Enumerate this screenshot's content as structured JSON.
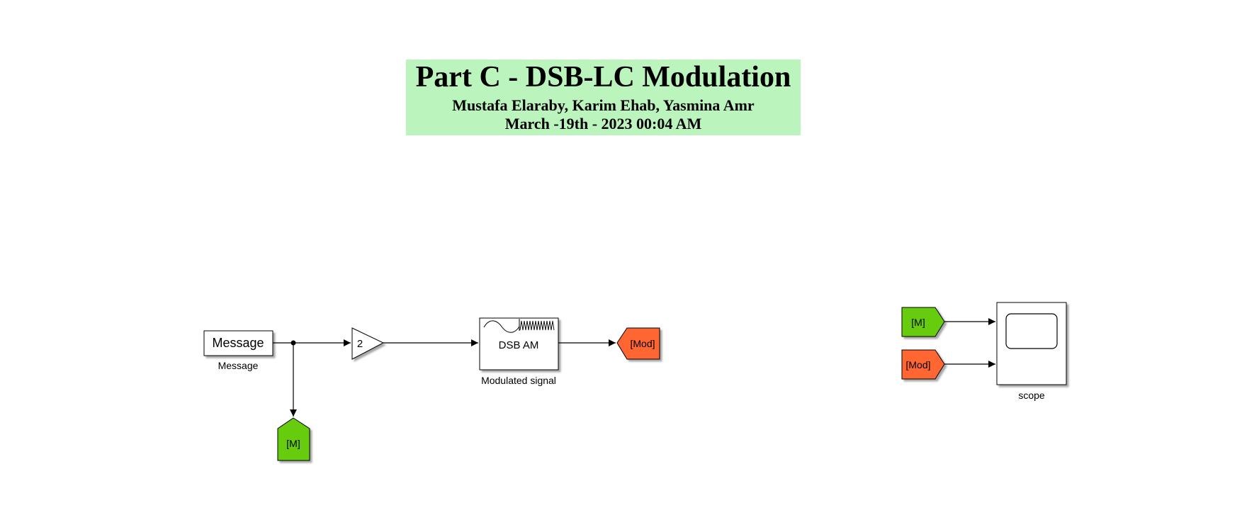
{
  "annotation": {
    "title": "Part C - DSB-LC Modulation",
    "authors": "Mustafa Elaraby, Karim Ehab, Yasmina Amr",
    "date": "March -19th - 2023 00:04 AM",
    "background": "#bbf5bd"
  },
  "blocks": {
    "message": {
      "text": "Message",
      "caption": "Message"
    },
    "gain": {
      "value": "2"
    },
    "modulator": {
      "text": "DSB AM",
      "caption": "Modulated signal"
    },
    "goto_mod": {
      "tag": "[Mod]"
    },
    "goto_m": {
      "tag": "[M]"
    },
    "from_m": {
      "tag": "[M]"
    },
    "from_mod": {
      "tag": "[Mod]"
    },
    "scope": {
      "caption": "scope"
    }
  },
  "colors": {
    "tag_m": "#66cc11",
    "tag_mod": "#ff6633",
    "line": "#000000"
  }
}
